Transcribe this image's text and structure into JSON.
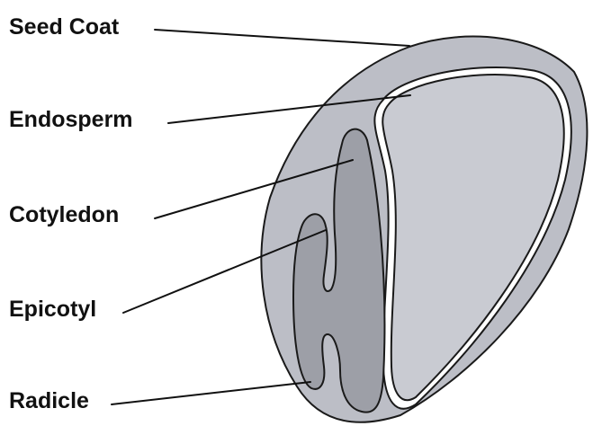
{
  "labels": {
    "seed_coat": "Seed Coat",
    "endosperm": "Endosperm",
    "cotyledon": "Cotyledon",
    "epicotyl": "Epicotyl",
    "radicle": "Radicle"
  },
  "colors": {
    "seed_coat_fill": "#bcbec6",
    "endosperm_fill": "#c9cbd2",
    "embryo_fill": "#9d9fa7",
    "outline": "#1a1a1a",
    "text": "#111111"
  }
}
